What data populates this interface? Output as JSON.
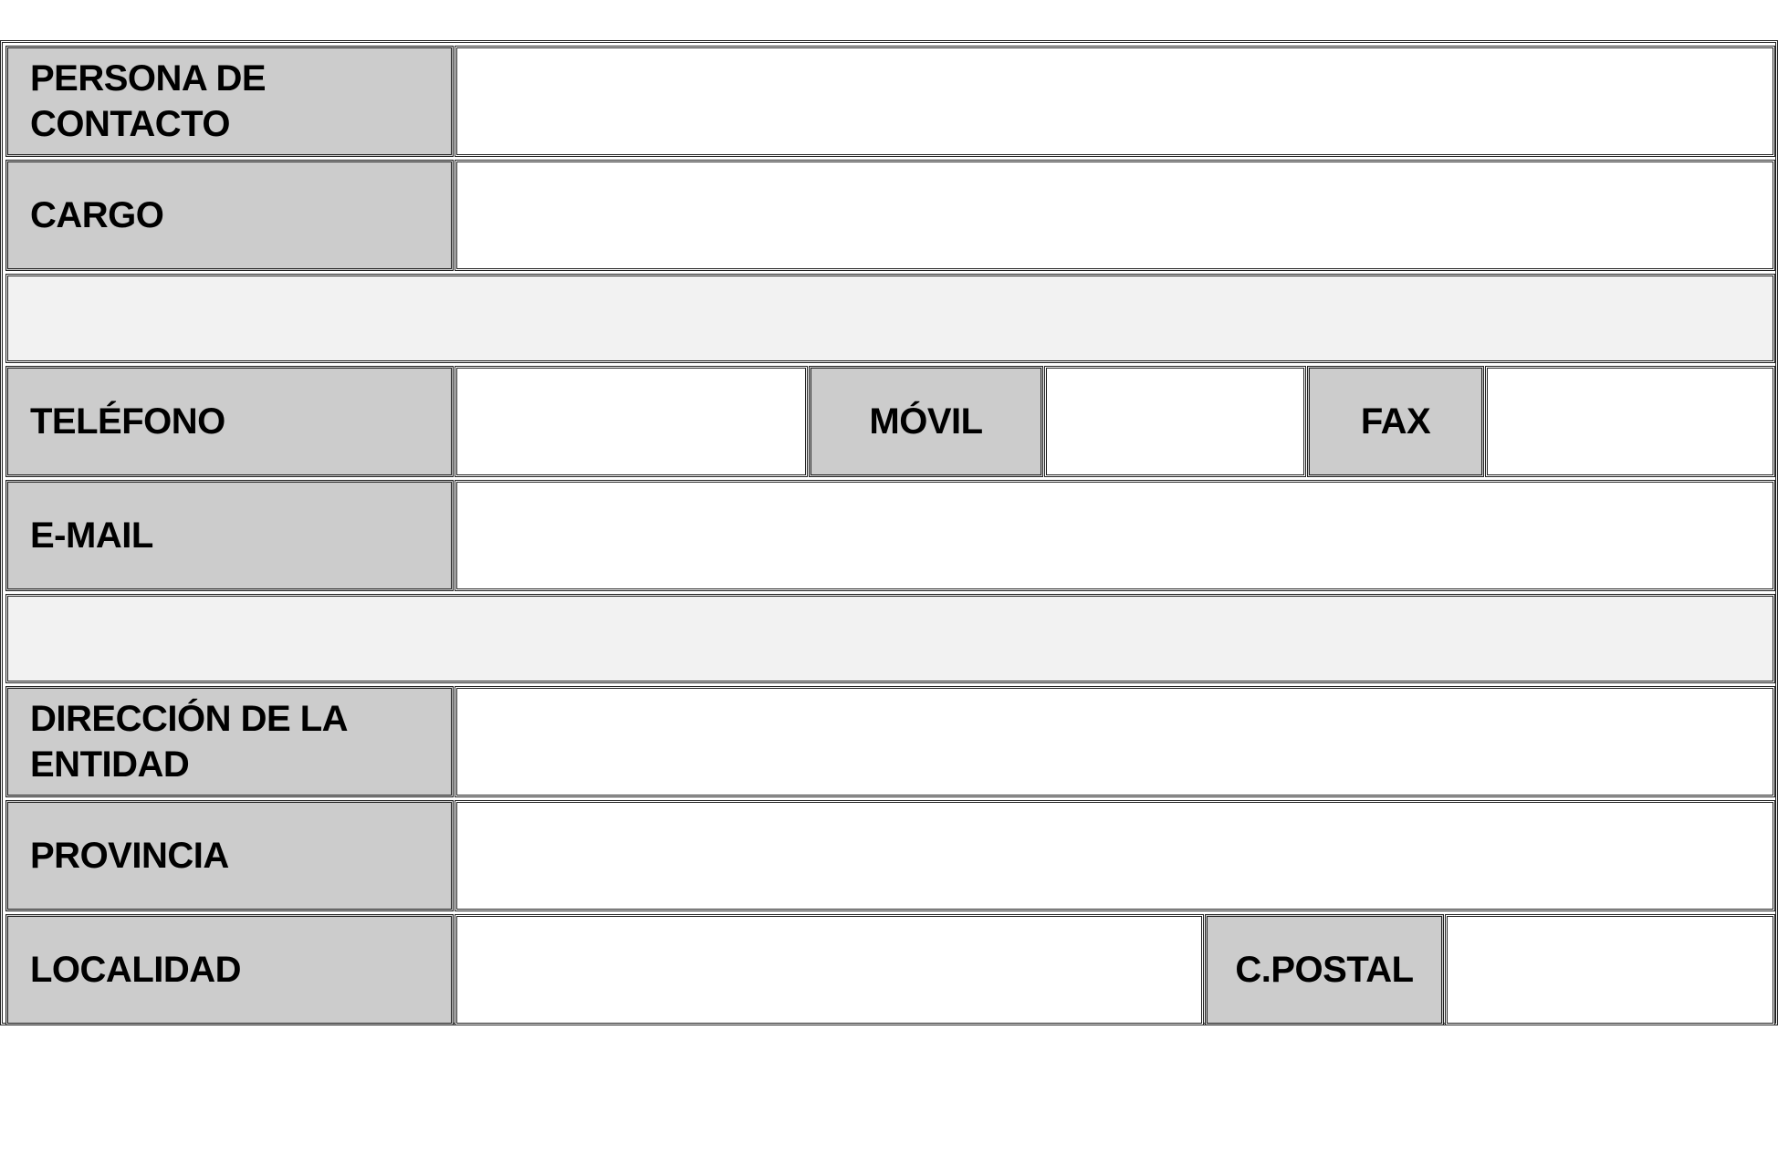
{
  "form": {
    "contact_label": "PERSONA DE CONTACTO",
    "contact_value": "",
    "position_label": "CARGO",
    "position_value": "",
    "phone_label": "TELÉFONO",
    "phone_value": "",
    "mobile_label": "MÓVIL",
    "mobile_value": "",
    "fax_label": "FAX",
    "fax_value": "",
    "email_label": "E-MAIL",
    "email_value": "",
    "address_label_line1": "DIRECCIÓN DE LA",
    "address_label_line2": "ENTIDAD",
    "address_value": "",
    "province_label": "PROVINCIA",
    "province_value": "",
    "locality_label": "LOCALIDAD",
    "locality_value": "",
    "postal_label": "C.POSTAL",
    "postal_value": ""
  },
  "colors": {
    "label_background": "#cccccc",
    "separator_background": "#f2f2f2",
    "border": "#222222"
  }
}
